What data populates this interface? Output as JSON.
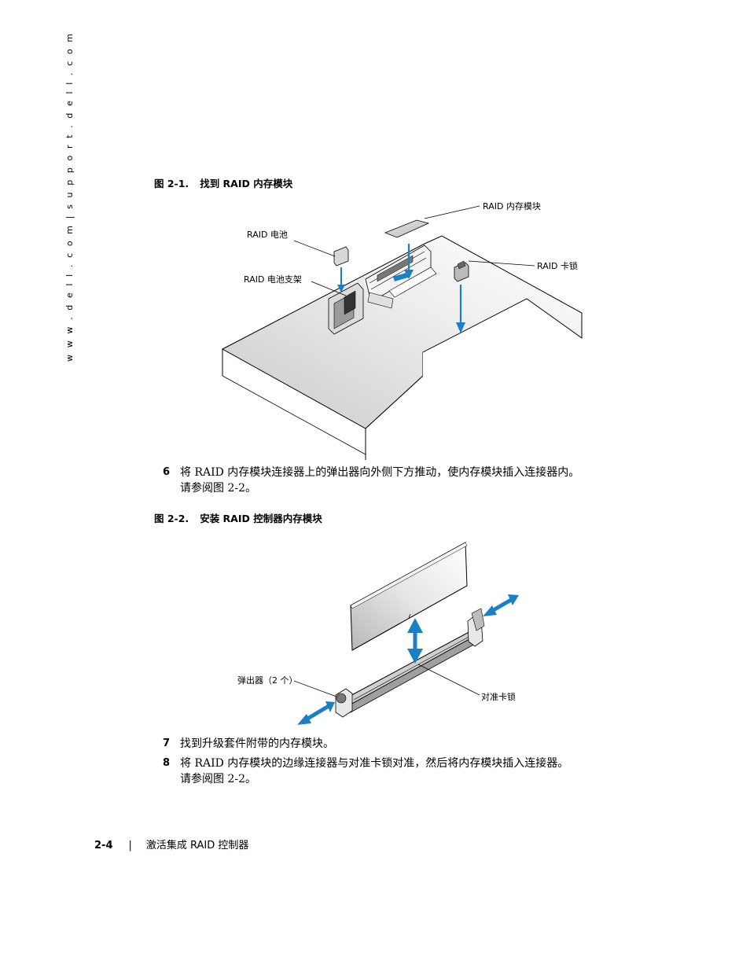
{
  "side_url": "w w w . d e l l . c o m  |  s u p p o r t . d e l l . c o m",
  "figure1": {
    "number": "图 2-1.",
    "title": "找到 RAID 内存模块",
    "labels": {
      "memory_module": "RAID 内存模块",
      "battery": "RAID 电池",
      "card_lock": "RAID 卡锁",
      "battery_bracket": "RAID 电池支架"
    }
  },
  "step6": {
    "number": "6",
    "line1": "将 RAID 内存模块连接器上的弹出器向外侧下方推动，使内存模块插入连接器内。",
    "line2": "请参阅图  2-2。"
  },
  "figure2": {
    "number": "图 2-2.",
    "title": "安装 RAID 控制器内存模块",
    "labels": {
      "ejectors": "弹出器（2 个）",
      "alignment_key": "对准卡锁"
    }
  },
  "step7": {
    "number": "7",
    "line1": "找到升级套件附带的内存模块。"
  },
  "step8": {
    "number": "8",
    "line1": "将 RAID 内存模块的边缘连接器与对准卡锁对准，然后将内存模块插入连接器。",
    "line2": "请参阅图  2-2。"
  },
  "footer": {
    "page": "2-4",
    "separator": "|",
    "chapter": "激活集成 RAID 控制器"
  },
  "colors": {
    "arrow": "#1b7fc4",
    "line": "#000000"
  }
}
